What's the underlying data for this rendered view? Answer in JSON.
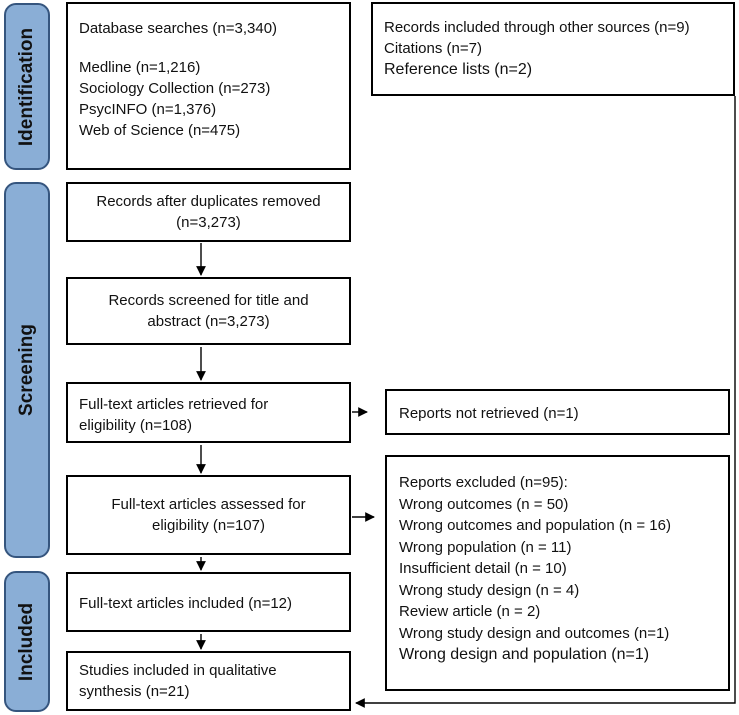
{
  "phases": {
    "identification": "Identification",
    "screening": "Screening",
    "included": "Included"
  },
  "identification": {
    "database_box": {
      "title": "Database searches (n=3,340)",
      "items": [
        "Medline (n=1,216)",
        "Sociology Collection (n=273)",
        "PsycINFO (n=1,376)",
        "Web of Science (n=475)"
      ]
    },
    "other_sources_box": {
      "title": "Records included through other sources (n=9)",
      "items": [
        "Citations (n=7)",
        "Reference lists (n=2)"
      ]
    }
  },
  "screening": {
    "duplicates_removed": [
      "Records after duplicates removed",
      "(n=3,273)"
    ],
    "title_abstract": [
      "Records screened for title and",
      "abstract (n=3,273)"
    ],
    "retrieved": [
      "Full-text articles retrieved for",
      "eligibility (n=108)"
    ],
    "not_retrieved": "Reports not retrieved (n=1)",
    "assessed": [
      "Full-text articles assessed for",
      "eligibility (n=107)"
    ],
    "excluded": {
      "title": "Reports excluded (n=95):",
      "reasons": [
        "Wrong outcomes (n = 50)",
        "Wrong outcomes and population (n = 16)",
        "Wrong population (n = 11)",
        "Insufficient detail (n = 10)",
        "Wrong study design (n = 4)",
        "Review article (n = 2)",
        "Wrong study design and outcomes (n=1)",
        "Wrong design and population (n=1)"
      ]
    }
  },
  "included": {
    "fulltext_included": "Full-text articles included (n=12)",
    "qualitative": [
      "Studies included in qualitative",
      "synthesis (n=21)"
    ]
  }
}
